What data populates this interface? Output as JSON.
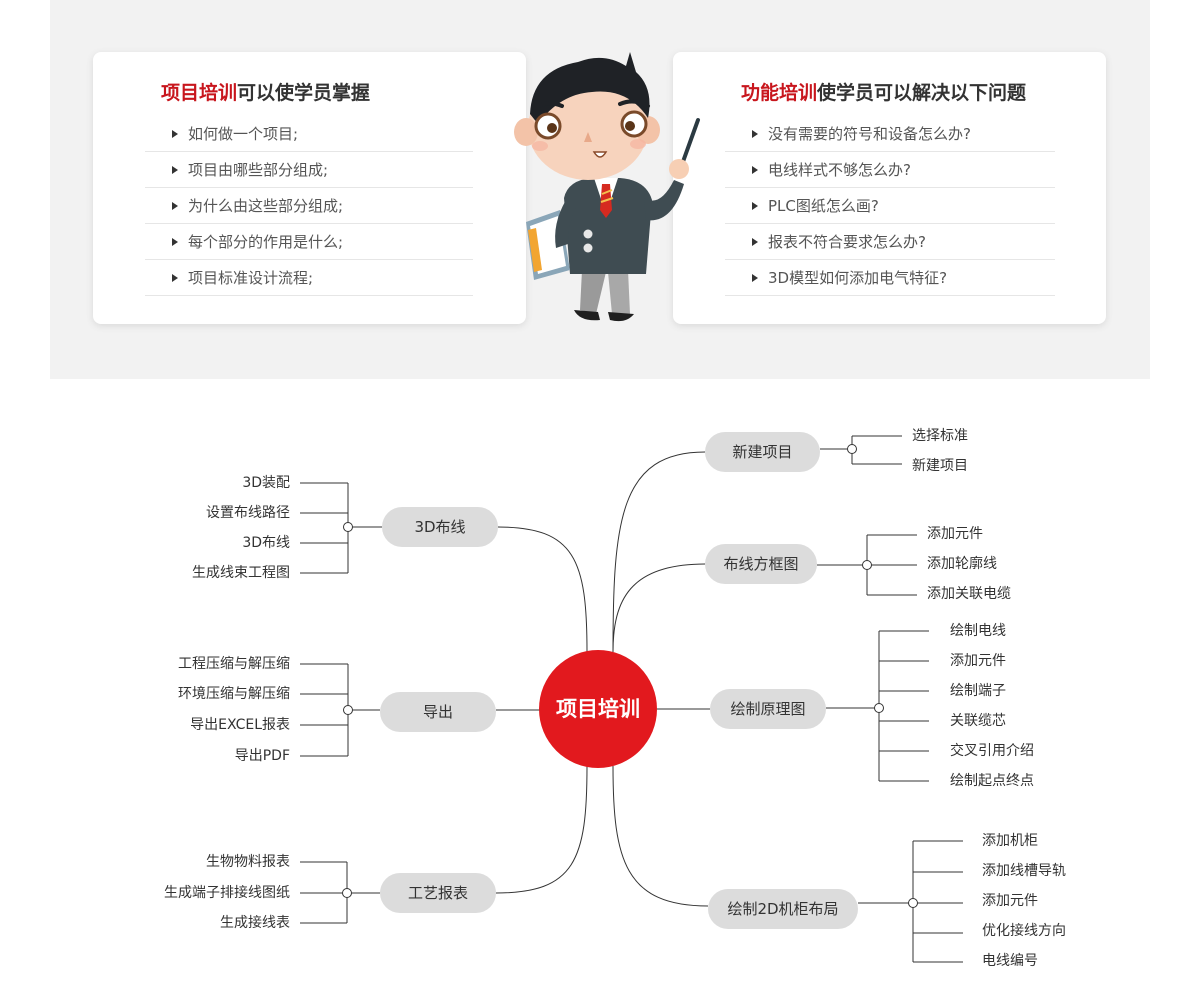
{
  "card_left": {
    "title_highlight": "项目培训",
    "title_rest": "可以使学员掌握",
    "items": [
      "如何做一个项目;",
      "项目由哪些部分组成;",
      "为什么由这些部分组成;",
      "每个部分的作用是什么;",
      "项目标准设计流程;"
    ]
  },
  "card_right": {
    "title_highlight": "功能培训",
    "title_rest": "使学员可以解决以下问题",
    "items": [
      "没有需要的符号和设备怎么办?",
      "电线样式不够怎么办?",
      "PLC图纸怎么画?",
      "报表不符合要求怎么办?",
      "3D模型如何添加电气特征?"
    ]
  },
  "colors": {
    "accent": "#c8161d",
    "center": "#e2191e",
    "pill": "#dcdcdc",
    "band": "#f2f2f2"
  },
  "mindmap": {
    "center": "项目培训",
    "left": [
      {
        "label": "3D布线",
        "leaves": [
          "3D装配",
          "设置布线路径",
          "3D布线",
          "生成线束工程图"
        ]
      },
      {
        "label": "导出",
        "leaves": [
          "工程压缩与解压缩",
          "环境压缩与解压缩",
          "导出EXCEL报表",
          "导出PDF"
        ]
      },
      {
        "label": "工艺报表",
        "leaves": [
          "生物物料报表",
          "生成端子排接线图纸",
          "生成接线表"
        ]
      }
    ],
    "right": [
      {
        "label": "新建项目",
        "leaves": [
          "选择标准",
          "新建项目"
        ]
      },
      {
        "label": "布线方框图",
        "leaves": [
          "添加元件",
          "添加轮廓线",
          "添加关联电缆"
        ]
      },
      {
        "label": "绘制原理图",
        "leaves": [
          "绘制电线",
          "添加元件",
          "绘制端子",
          "关联缆芯",
          "交叉引用介绍",
          "绘制起点终点"
        ]
      },
      {
        "label": "绘制2D机柜布局",
        "leaves": [
          "添加机柜",
          "添加线槽导轨",
          "添加元件",
          "优化接线方向",
          "电线编号"
        ]
      }
    ]
  }
}
